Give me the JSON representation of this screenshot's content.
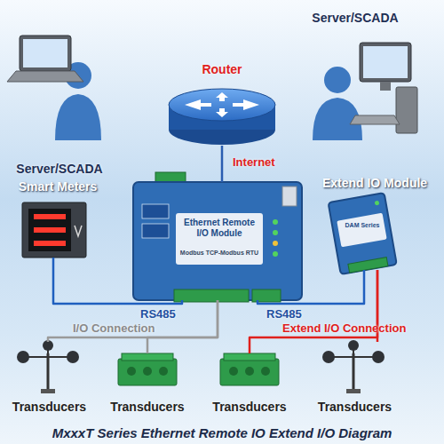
{
  "diagram": {
    "title": "MxxxT Series Ethernet Remote IO Extend I/O Diagram",
    "nodes": [
      {
        "text": [
          "Server/SCADA"
        ]
      },
      {
        "text": [
          "Server/SCADA"
        ]
      },
      {
        "text": [
          "Router"
        ]
      },
      {
        "text": [
          "Smart Meters"
        ]
      },
      {
        "text": [
          "Ethernet Remote I/O Module",
          "Modbus TCP-Modbus RTU"
        ]
      },
      {
        "text": [
          "Extend IO Module",
          "DAM Series"
        ]
      },
      {
        "text": [
          "Transducers"
        ]
      },
      {
        "text": [
          "Transducers"
        ]
      },
      {
        "text": [
          "Transducers"
        ]
      },
      {
        "text": [
          "Transducers"
        ]
      }
    ],
    "edges": [
      {
        "from": 2,
        "to": 4,
        "arrow": "none",
        "label": "Internet"
      },
      {
        "from": 3,
        "to": 4,
        "arrow": "none",
        "label": "RS485"
      },
      {
        "from": 4,
        "to": 5,
        "arrow": "none",
        "label": "RS485"
      },
      {
        "from": 4,
        "to": 6,
        "arrow": "none",
        "label": "I/O Connection"
      },
      {
        "from": 4,
        "to": 7,
        "arrow": "none"
      },
      {
        "from": 5,
        "to": 8,
        "arrow": "none",
        "label": "Extend I/O Connection"
      },
      {
        "from": 5,
        "to": 9,
        "arrow": "none"
      }
    ]
  }
}
